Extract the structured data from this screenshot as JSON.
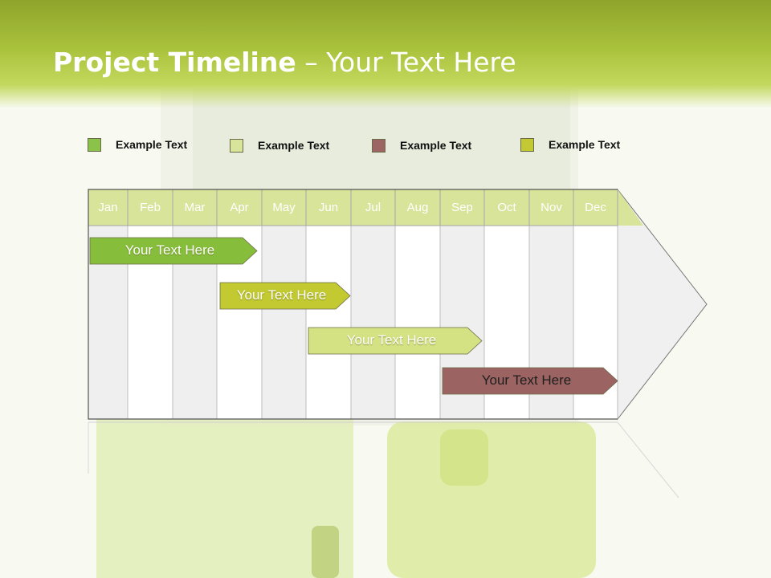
{
  "title": {
    "bold": "Project Timeline",
    "rest": " – Your Text Here"
  },
  "legend": [
    {
      "label": "Example Text",
      "color": "#8bc34a"
    },
    {
      "label": "Example Text",
      "color": "#d7e49a"
    },
    {
      "label": "Example Text",
      "color": "#9c6463"
    },
    {
      "label": "Example Text",
      "color": "#c2c933"
    }
  ],
  "months": [
    "Jan",
    "Feb",
    "Mar",
    "Apr",
    "May",
    "Jun",
    "Jul",
    "Aug",
    "Sep",
    "Oct",
    "Nov",
    "Dec"
  ],
  "bars": [
    {
      "label": "Your  Text Here",
      "color": "#86bd3a",
      "text_color": "#ffffff",
      "start_month": "Jan",
      "end_month": "Apr"
    },
    {
      "label": "Your  Text Here",
      "color": "#c2c931",
      "text_color": "#ffffff",
      "start_month": "Apr",
      "end_month": "Jun"
    },
    {
      "label": "Your  Text Here",
      "color": "#d4e283",
      "text_color": "#ffffff",
      "start_month": "Jun",
      "end_month": "Sep"
    },
    {
      "label": "Your  Text Here",
      "color": "#9b6362",
      "text_color": "#f2f2f2",
      "start_month": "Sep",
      "end_month": "Dec"
    }
  ],
  "colors": {
    "header": "#a9c23b",
    "month_header": "#d7e49a",
    "grid_fill_alt": "#efefef"
  }
}
